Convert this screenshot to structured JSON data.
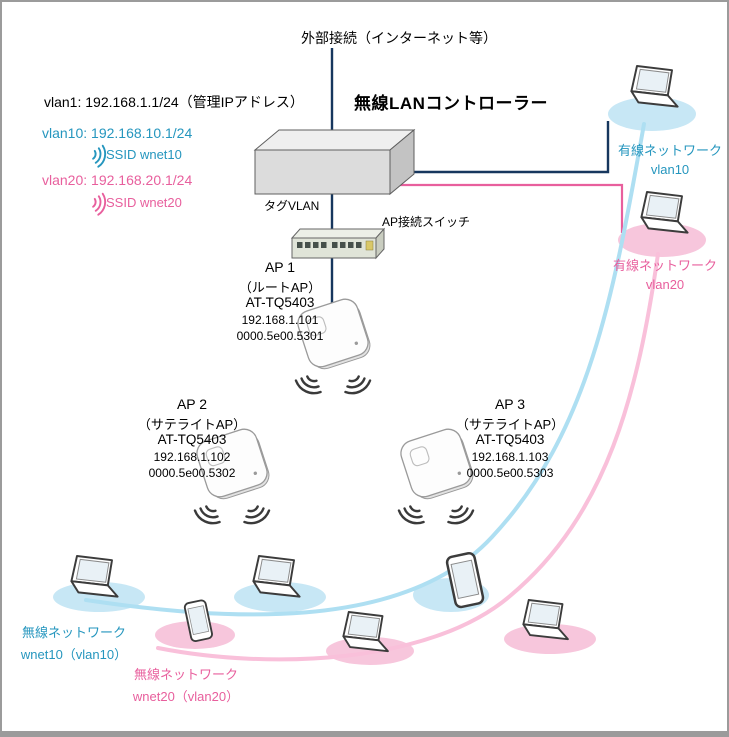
{
  "top": {
    "external_label": "外部接続（インターネット等）",
    "controller_label": "無線LANコントローラー"
  },
  "left_panel": {
    "vlan1": "vlan1: 192.168.1.1/24（管理IPアドレス）",
    "vlan10": "vlan10: 192.168.10.1/24",
    "ssid10": "SSID wnet10",
    "vlan20": "vlan20: 192.168.20.1/24",
    "ssid20": "SSID wnet20"
  },
  "mid": {
    "tag_vlan": "タグVLAN",
    "ap_switch": "AP接続スイッチ"
  },
  "aps": [
    {
      "name": "AP 1",
      "role": "（ルートAP）",
      "model": "AT-TQ5403",
      "ip": "192.168.1.101",
      "mac": "0000.5e00.5301"
    },
    {
      "name": "AP 2",
      "role": "（サテライトAP）",
      "model": "AT-TQ5403",
      "ip": "192.168.1.102",
      "mac": "0000.5e00.5302"
    },
    {
      "name": "AP 3",
      "role": "（サテライトAP）",
      "model": "AT-TQ5403",
      "ip": "192.168.1.103",
      "mac": "0000.5e00.5303"
    }
  ],
  "wired_networks": [
    {
      "label": "有線ネットワーク",
      "vlan": "vlan10"
    },
    {
      "label": "有線ネットワーク",
      "vlan": "vlan20"
    }
  ],
  "wireless_networks": [
    {
      "label": "無線ネットワーク",
      "net": "wnet10（vlan10）"
    },
    {
      "label": "無線ネットワーク",
      "net": "wnet20（vlan20）"
    }
  ],
  "icons": {
    "wifi": "wifi-arcs",
    "laptop": "laptop-shape",
    "smartphone": "smartphone-shape",
    "access_point": "rounded-square-ap",
    "controller": "3d-box",
    "switch": "3d-switch-with-ports"
  },
  "colors": {
    "blue": "#2596be",
    "pink": "#e85f9d",
    "navy": "#17375e",
    "curve_blue": "#aedff2",
    "curve_pink": "#f9c0da",
    "ellipse_blue": "#c7e7f5",
    "ellipse_pink": "#f7c6dc"
  }
}
